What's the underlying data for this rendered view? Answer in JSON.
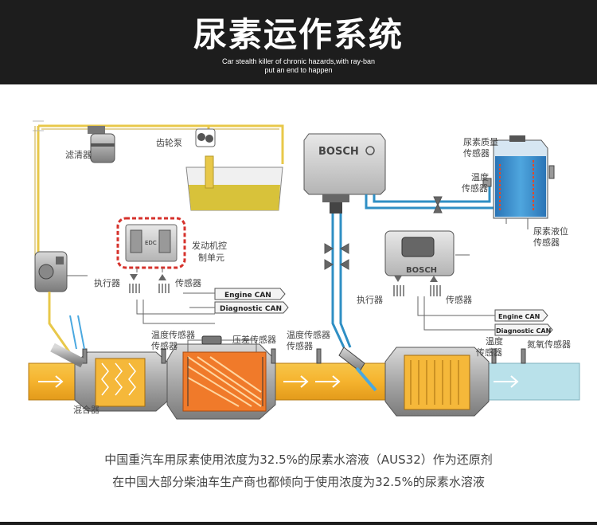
{
  "header": {
    "title": "尿素运作系统",
    "subtitle_line1": "Car stealth killer of chronic hazards,with ray-ban",
    "subtitle_line2": "put an end to happen"
  },
  "labels": {
    "filter": "滤清器",
    "gear_pump": "齿轮泵",
    "edc": "EDC",
    "ecu_l1": "发动机控",
    "ecu_l2": "制单元",
    "actuator_left": "执行器",
    "sensor_left": "传感器",
    "engine_can_left": "Engine CAN",
    "diag_can_left": "Diagnostic CAN",
    "bosch_top": "BOSCH",
    "bosch_dcu": "BOSCH",
    "urea_quality_l1": "尿素质量",
    "urea_quality_l2": "传感器",
    "temp_tank_l1": "温度",
    "temp_tank_l2": "传感器",
    "urea_level_l1": "尿素液位",
    "urea_level_l2": "传感器",
    "actuator_right": "执行器",
    "sensor_right": "传感器",
    "engine_can_right": "Engine CAN",
    "diag_can_right": "Diagnostic CAN",
    "temp_sensor_1_l1": "温度传感器",
    "temp_sensor_1_l2": "传感器",
    "pressure_diff": "压差传感器",
    "temp_sensor_2_l1": "温度传感器",
    "temp_sensor_2_l2": "传感器",
    "temp_sensor_3_l1": "温度",
    "temp_sensor_3_l2": "传感器",
    "nox_sensor": "氮氧传感器",
    "mixer": "混合器"
  },
  "caption": {
    "line1": "中国重汽车用尿素使用浓度为32.5%的尿素水溶液（AUS32）作为还原剂",
    "line2": "在中国大部分柴油车生产商也都倾向于使用浓度为32.5%的尿素水溶液"
  },
  "colors": {
    "banner": "#1d1d1d",
    "fuel_line": "#e8c84a",
    "urea_line": "#2f8fc4",
    "exhaust_pipe": "#f5b83a",
    "dpf_highlight": "#f07a2a",
    "scr_tail": "#b9e1ea",
    "tank_urea": "#3a8fcf",
    "ecu_ring": "#d6322c",
    "module_gray": "#cfcfcf"
  }
}
